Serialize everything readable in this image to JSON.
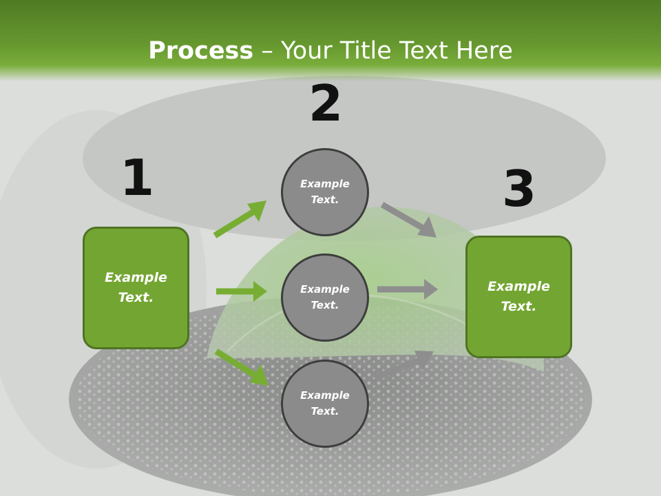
{
  "slide": {
    "title_bold": "Process",
    "title_rest": " – Your Title Text Here"
  },
  "steps": {
    "one": {
      "number": "1",
      "line1": "Example",
      "line2": "Text."
    },
    "two": {
      "number": "2"
    },
    "three": {
      "number": "3",
      "line1": "Example",
      "line2": "Text."
    }
  },
  "circles": [
    {
      "line1": "Example",
      "line2": "Text."
    },
    {
      "line1": "Example",
      "line2": "Text."
    },
    {
      "line1": "Example",
      "line2": "Text."
    }
  ],
  "colors": {
    "header_green": "#66982f",
    "box_green": "#73a532",
    "circle_gray": "#8b8b8b",
    "arrow_green": "#78ad34",
    "arrow_gray": "#8e8e8e"
  }
}
